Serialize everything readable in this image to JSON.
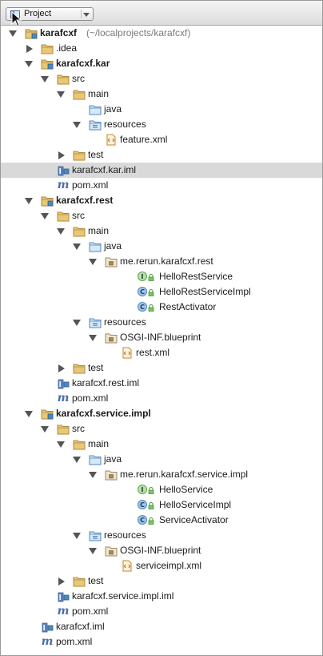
{
  "toolbar": {
    "view_label": "Project"
  },
  "tree": [
    {
      "text": "karafcxf",
      "suffix": "(~/localprojects/karafcxf)",
      "bold": true,
      "level": 0,
      "toggle": "open",
      "icon": "module-folder-icon"
    },
    {
      "text": ".idea",
      "level": 1,
      "toggle": "closed",
      "icon": "folder-icon"
    },
    {
      "text": "karafcxf.kar",
      "bold": true,
      "level": 1,
      "toggle": "open",
      "icon": "module-folder-icon"
    },
    {
      "text": "src",
      "level": 2,
      "toggle": "open",
      "icon": "folder-icon"
    },
    {
      "text": "main",
      "level": 3,
      "toggle": "open",
      "icon": "folder-icon"
    },
    {
      "text": "java",
      "level": 4,
      "toggle": "none",
      "icon": "source-folder-icon"
    },
    {
      "text": "resources",
      "level": 4,
      "toggle": "open",
      "icon": "resource-folder-icon"
    },
    {
      "text": "feature.xml",
      "level": 5,
      "toggle": "none",
      "icon": "xml-file-icon"
    },
    {
      "text": "test",
      "level": 3,
      "toggle": "closed",
      "icon": "folder-icon"
    },
    {
      "text": "karafcxf.kar.iml",
      "level": 2,
      "toggle": "none",
      "icon": "iml-file-icon",
      "selected": true
    },
    {
      "text": "pom.xml",
      "level": 2,
      "toggle": "none",
      "icon": "maven-pom-icon"
    },
    {
      "text": "karafcxf.rest",
      "bold": true,
      "level": 1,
      "toggle": "open",
      "icon": "module-folder-icon"
    },
    {
      "text": "src",
      "level": 2,
      "toggle": "open",
      "icon": "folder-icon"
    },
    {
      "text": "main",
      "level": 3,
      "toggle": "open",
      "icon": "folder-icon"
    },
    {
      "text": "java",
      "level": 4,
      "toggle": "open",
      "icon": "source-folder-icon"
    },
    {
      "text": "me.rerun.karafcxf.rest",
      "level": 5,
      "toggle": "open",
      "icon": "package-icon"
    },
    {
      "text": "HelloRestService",
      "level": 7,
      "toggle": "none",
      "icon": "interface-icon"
    },
    {
      "text": "HelloRestServiceImpl",
      "level": 7,
      "toggle": "none",
      "icon": "class-icon"
    },
    {
      "text": "RestActivator",
      "level": 7,
      "toggle": "none",
      "icon": "class-icon"
    },
    {
      "text": "resources",
      "level": 4,
      "toggle": "open",
      "icon": "resource-folder-icon"
    },
    {
      "text": "OSGI-INF.blueprint",
      "level": 5,
      "toggle": "open",
      "icon": "package-icon"
    },
    {
      "text": "rest.xml",
      "level": 6,
      "toggle": "none",
      "icon": "xml-file-icon"
    },
    {
      "text": "test",
      "level": 3,
      "toggle": "closed",
      "icon": "folder-icon"
    },
    {
      "text": "karafcxf.rest.iml",
      "level": 2,
      "toggle": "none",
      "icon": "iml-file-icon"
    },
    {
      "text": "pom.xml",
      "level": 2,
      "toggle": "none",
      "icon": "maven-pom-icon"
    },
    {
      "text": "karafcxf.service.impl",
      "bold": true,
      "level": 1,
      "toggle": "open",
      "icon": "module-folder-icon"
    },
    {
      "text": "src",
      "level": 2,
      "toggle": "open",
      "icon": "folder-icon"
    },
    {
      "text": "main",
      "level": 3,
      "toggle": "open",
      "icon": "folder-icon"
    },
    {
      "text": "java",
      "level": 4,
      "toggle": "open",
      "icon": "source-folder-icon"
    },
    {
      "text": "me.rerun.karafcxf.service.impl",
      "level": 5,
      "toggle": "open",
      "icon": "package-icon"
    },
    {
      "text": "HelloService",
      "level": 7,
      "toggle": "none",
      "icon": "interface-icon"
    },
    {
      "text": "HelloServiceImpl",
      "level": 7,
      "toggle": "none",
      "icon": "class-icon"
    },
    {
      "text": "ServiceActivator",
      "level": 7,
      "toggle": "none",
      "icon": "class-icon"
    },
    {
      "text": "resources",
      "level": 4,
      "toggle": "open",
      "icon": "resource-folder-icon"
    },
    {
      "text": "OSGI-INF.blueprint",
      "level": 5,
      "toggle": "open",
      "icon": "package-icon"
    },
    {
      "text": "serviceimpl.xml",
      "level": 6,
      "toggle": "none",
      "icon": "xml-file-icon"
    },
    {
      "text": "test",
      "level": 3,
      "toggle": "closed",
      "icon": "folder-icon"
    },
    {
      "text": "karafcxf.service.impl.iml",
      "level": 2,
      "toggle": "none",
      "icon": "iml-file-icon"
    },
    {
      "text": "pom.xml",
      "level": 2,
      "toggle": "none",
      "icon": "maven-pom-icon"
    },
    {
      "text": "karafcxf.iml",
      "level": 1,
      "toggle": "none",
      "icon": "iml-file-icon"
    },
    {
      "text": "pom.xml",
      "level": 1,
      "toggle": "none",
      "icon": "maven-pom-icon"
    }
  ]
}
